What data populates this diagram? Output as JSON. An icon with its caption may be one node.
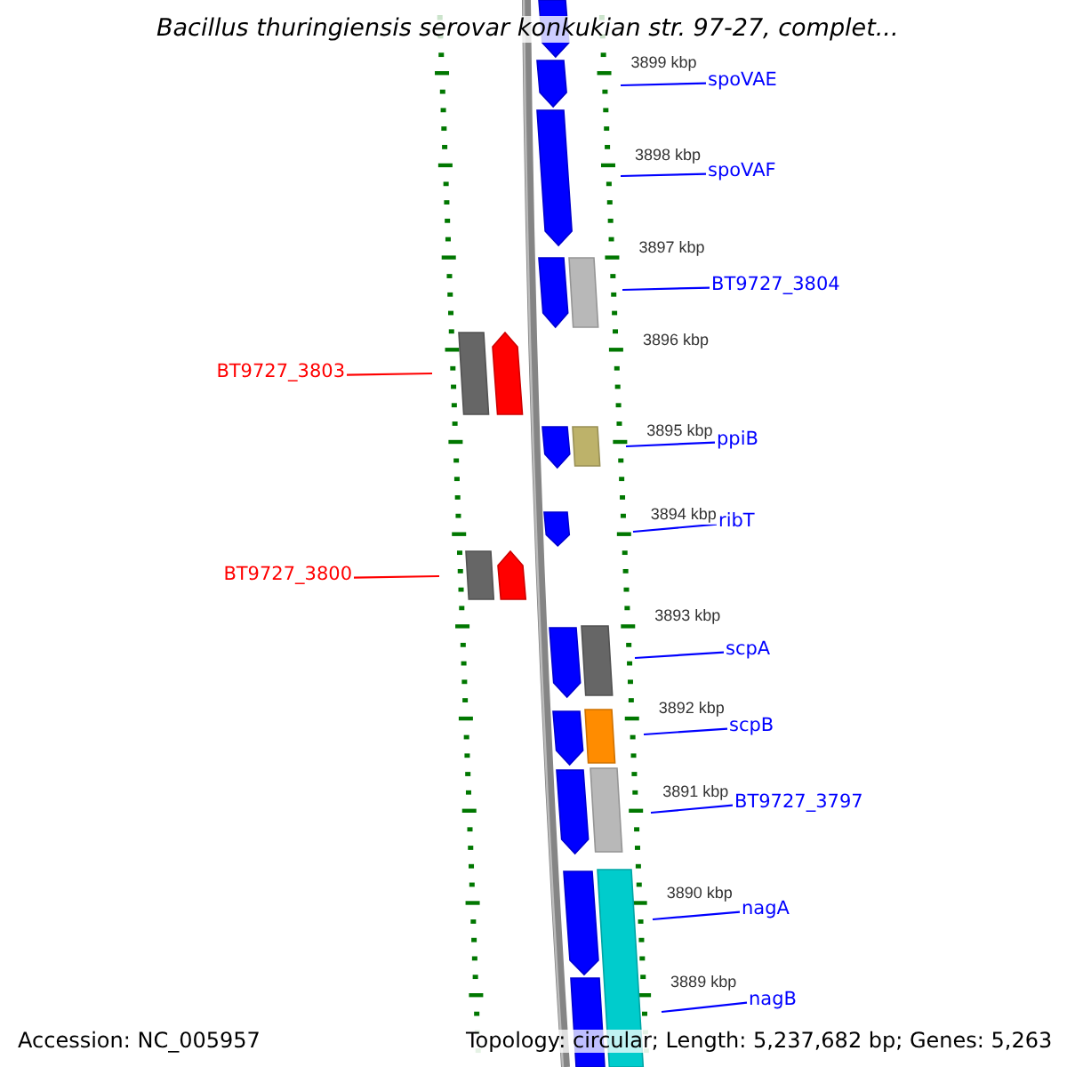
{
  "diagram": {
    "title": "Bacillus thuringiensis serovar konkukian str. 97-27, complet...",
    "nodes": [
      {
        "text": [
          "spoVAE"
        ]
      },
      {
        "text": [
          "spoVAF"
        ]
      },
      {
        "text": [
          "BT9727_3804"
        ]
      },
      {
        "text": [
          "BT9727_3803"
        ]
      },
      {
        "text": [
          "ppiB"
        ]
      },
      {
        "text": [
          "ribT"
        ]
      },
      {
        "text": [
          "BT9727_3800"
        ]
      },
      {
        "text": [
          "scpA"
        ]
      },
      {
        "text": [
          "scpB"
        ]
      },
      {
        "text": [
          "BT9727_3797"
        ]
      },
      {
        "text": [
          "nagA"
        ]
      },
      {
        "text": [
          "nagB"
        ]
      }
    ],
    "edges": [
      {
        "from": 0,
        "to": null,
        "arrow": "none"
      },
      {
        "from": 1,
        "to": null,
        "arrow": "none"
      },
      {
        "from": 2,
        "to": null,
        "arrow": "none"
      },
      {
        "from": 3,
        "to": null,
        "arrow": "none",
        "color": "#ff0000"
      },
      {
        "from": 4,
        "to": null,
        "arrow": "none"
      },
      {
        "from": 5,
        "to": null,
        "arrow": "none"
      },
      {
        "from": 6,
        "to": null,
        "arrow": "none",
        "color": "#ff0000"
      },
      {
        "from": 7,
        "to": null,
        "arrow": "none"
      },
      {
        "from": 8,
        "to": null,
        "arrow": "none"
      },
      {
        "from": 9,
        "to": null,
        "arrow": "none"
      },
      {
        "from": 10,
        "to": null,
        "arrow": "none"
      },
      {
        "from": 11,
        "to": null,
        "arrow": "none"
      }
    ],
    "labels": [
      "3899 kbp",
      "3898 kbp",
      "3897 kbp",
      "3896 kbp",
      "3895 kbp",
      "3894 kbp",
      "3893 kbp",
      "3892 kbp",
      "3891 kbp",
      "3890 kbp",
      "3889 kbp",
      "Accession: NC_005957",
      "Topology: circular; Length: 5,237,682 bp; Genes: 5,263"
    ]
  }
}
